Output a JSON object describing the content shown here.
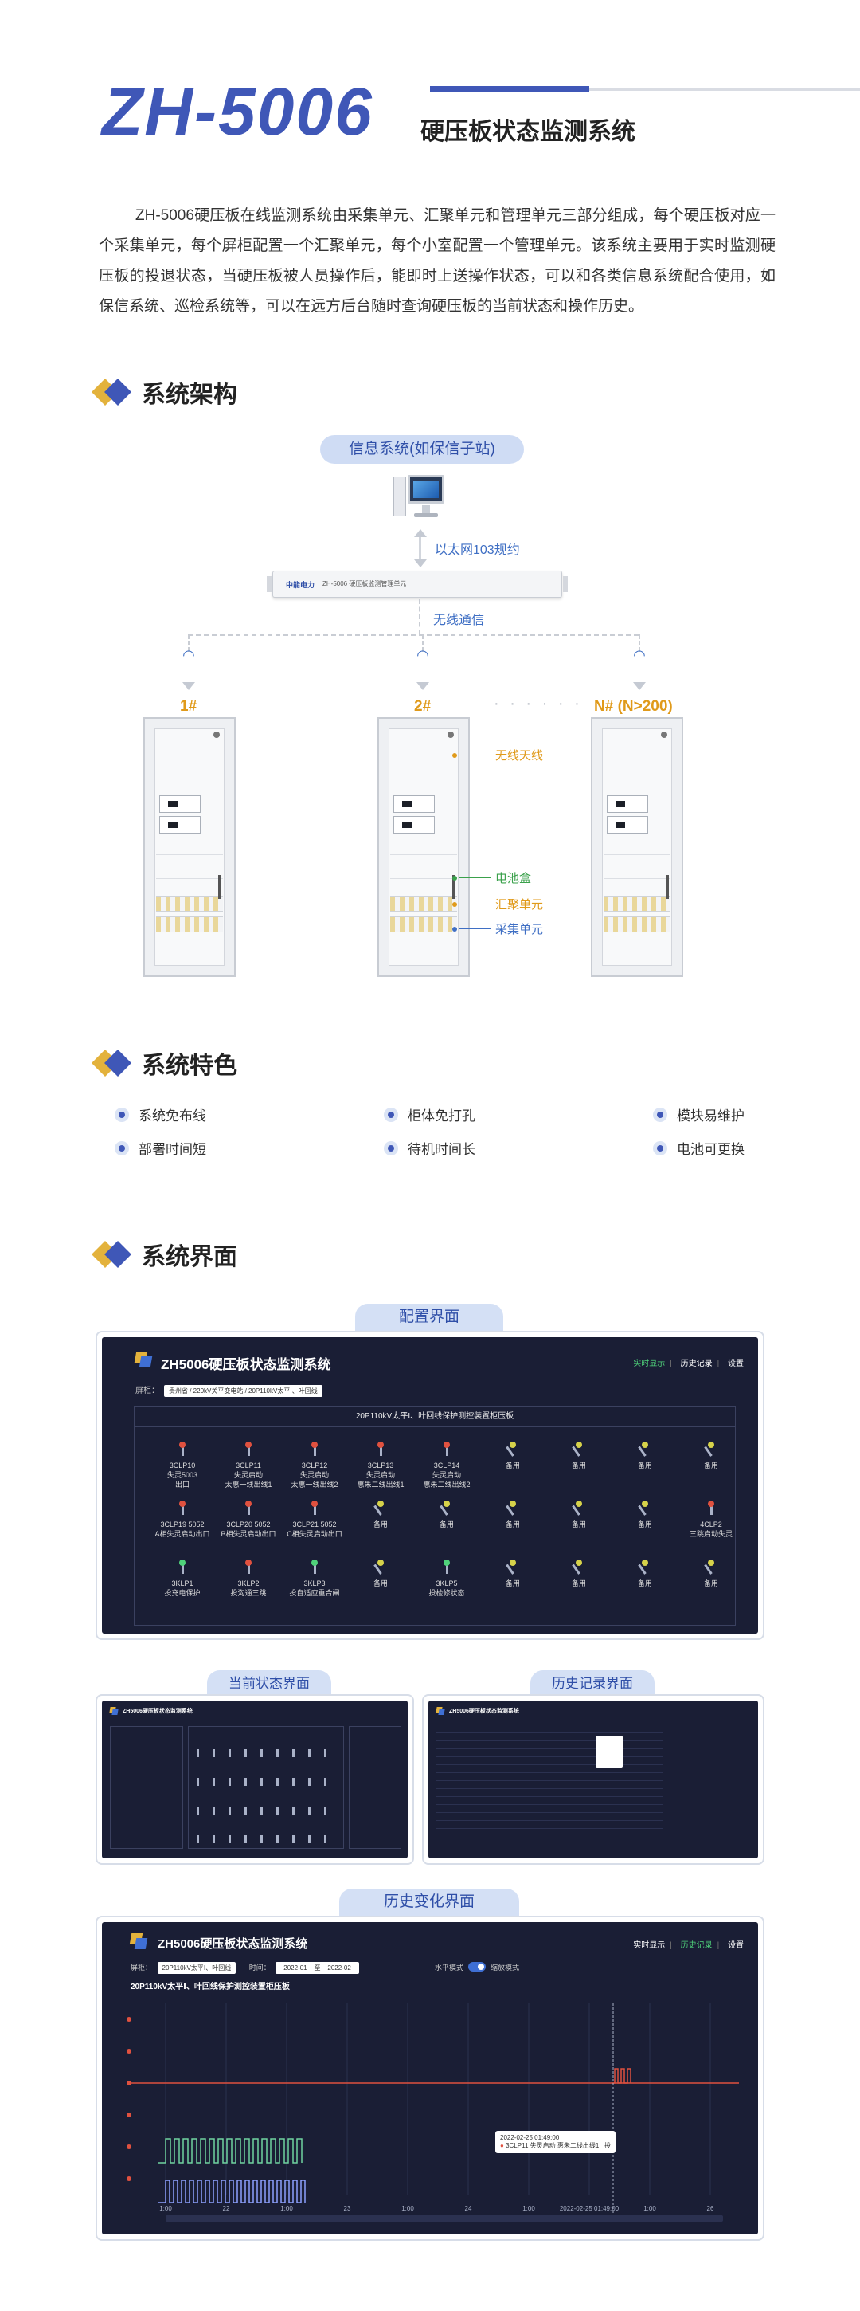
{
  "header": {
    "model": "ZH-5006",
    "subtitle": "硬压板状态监测系统"
  },
  "intro": "ZH-5006硬压板在线监测系统由采集单元、汇聚单元和管理单元三部分组成，每个硬压板对应一个采集单元，每个屏柜配置一个汇聚单元，每个小室配置一个管理单元。该系统主要用于实时监测硬压板的投退状态，当硬压板被人员操作后，能即时上送操作状态，可以和各类信息系统配合使用，如保信系统、巡检系统等，可以在远方后台随时查询硬压板的当前状态和操作历史。",
  "architecture": {
    "section_title": "系统架构",
    "info_system": "信息系统(如保信子站)",
    "ethernet": "以太网103规约",
    "rack_logo": "中能电力",
    "rack_text": "ZH-5006  硬压板监测管理单元",
    "wireless": "无线通信",
    "cab1": "1#",
    "cab2": "2#",
    "dots": "· · · · · ·",
    "cabN": "N# (N>200)",
    "antenna": "无线天线",
    "battery": "电池盒",
    "aggregation": "汇聚单元",
    "acquisition": "采集单元"
  },
  "features": {
    "section_title": "系统特色",
    "items": [
      "系统免布线",
      "柜体免打孔",
      "模块易维护",
      "部署时间短",
      "待机时间长",
      "电池可更换"
    ]
  },
  "ui": {
    "section_title": "系统界面",
    "config_tab": "配置界面",
    "status_tab": "当前状态界面",
    "history_tab": "历史记录界面",
    "change_tab": "历史变化界面",
    "app_title": "ZH5006硬压板状态监测系统",
    "nav": [
      "实时显示",
      "历史记录",
      "设置"
    ],
    "crumb_label": "屏柜：",
    "crumb_value": "贵州省 / 220kV关平变电站 / 20P110kV太平Ⅰ、叶回线",
    "panel_title": "20P110kV太平Ⅰ、叶回线保护测控装置柜压板",
    "switches": [
      {
        "l1": "3CLP10",
        "l2": "失灵5003",
        "l3": "出口",
        "c": "#e0513f"
      },
      {
        "l1": "3CLP11",
        "l2": "失灵启动",
        "l3": "太惠一线出线1",
        "c": "#e0513f"
      },
      {
        "l1": "3CLP12",
        "l2": "失灵启动",
        "l3": "太惠一线出线2",
        "c": "#e0513f"
      },
      {
        "l1": "3CLP13",
        "l2": "失灵启动",
        "l3": "惠朱二线出线1",
        "c": "#e0513f"
      },
      {
        "l1": "3CLP14",
        "l2": "失灵启动",
        "l3": "惠朱二线出线2",
        "c": "#e0513f"
      },
      {
        "l1": "备用",
        "l2": "",
        "l3": "",
        "c": "#d6d24a"
      },
      {
        "l1": "备用",
        "l2": "",
        "l3": "",
        "c": "#d6d24a"
      },
      {
        "l1": "备用",
        "l2": "",
        "l3": "",
        "c": "#d6d24a"
      },
      {
        "l1": "备用",
        "l2": "",
        "l3": "",
        "c": "#d6d24a"
      },
      {
        "l1": "3CLP19 5052",
        "l2": "A相失灵启动出口",
        "l3": "",
        "c": "#e0513f"
      },
      {
        "l1": "3CLP20 5052",
        "l2": "B相失灵启动出口",
        "l3": "",
        "c": "#e0513f"
      },
      {
        "l1": "3CLP21 5052",
        "l2": "C相失灵启动出口",
        "l3": "",
        "c": "#e0513f"
      },
      {
        "l1": "备用",
        "l2": "",
        "l3": "",
        "c": "#d6d24a"
      },
      {
        "l1": "备用",
        "l2": "",
        "l3": "",
        "c": "#d6d24a"
      },
      {
        "l1": "备用",
        "l2": "",
        "l3": "",
        "c": "#d6d24a"
      },
      {
        "l1": "备用",
        "l2": "",
        "l3": "",
        "c": "#d6d24a"
      },
      {
        "l1": "备用",
        "l2": "",
        "l3": "",
        "c": "#d6d24a"
      },
      {
        "l1": "4CLP2",
        "l2": "三跳启动失灵",
        "l3": "",
        "c": "#e0513f"
      },
      {
        "l1": "3KLP1",
        "l2": "投充电保护",
        "l3": "",
        "c": "#4fd27a"
      },
      {
        "l1": "3KLP2",
        "l2": "投沟通三跳",
        "l3": "",
        "c": "#e0513f"
      },
      {
        "l1": "3KLP3",
        "l2": "投自适应重合闸",
        "l3": "",
        "c": "#4fd27a"
      },
      {
        "l1": "备用",
        "l2": "",
        "l3": "",
        "c": "#d6d24a"
      },
      {
        "l1": "3KLP5",
        "l2": "投检修状态",
        "l3": "",
        "c": "#4fd27a"
      },
      {
        "l1": "备用",
        "l2": "",
        "l3": "",
        "c": "#d6d24a"
      },
      {
        "l1": "备用",
        "l2": "",
        "l3": "",
        "c": "#d6d24a"
      },
      {
        "l1": "备用",
        "l2": "",
        "l3": "",
        "c": "#d6d24a"
      },
      {
        "l1": "备用",
        "l2": "",
        "l3": "",
        "c": "#d6d24a"
      }
    ],
    "hist": {
      "screen_label": "屏柜：",
      "screen_value": "20P110kV太平Ⅰ、叶回线",
      "time_label": "时间：",
      "start": "2022-01",
      "to": "至",
      "end": "2022-02",
      "toggle_left": "水平模式",
      "toggle_right": "缩放模式",
      "chart_title": "20P110kV太平Ⅰ、叶回线保护测控装置柜压板",
      "tooltip_time": "2022-02-25 01:49:00",
      "tooltip_text": "3CLP11 失灵启动 惠朱二线出线1",
      "tooltip_val": "投",
      "x_ticks": [
        "1:00",
        "22",
        "1:00",
        "23",
        "1:00",
        "24",
        "1:00",
        "2022-02-25 01:49:00",
        "1:00",
        "26"
      ]
    }
  },
  "colors": {
    "brand_blue": "#3f57b7",
    "accent_gold": "#e3b23c",
    "screen_bg": "#1a1e35"
  }
}
